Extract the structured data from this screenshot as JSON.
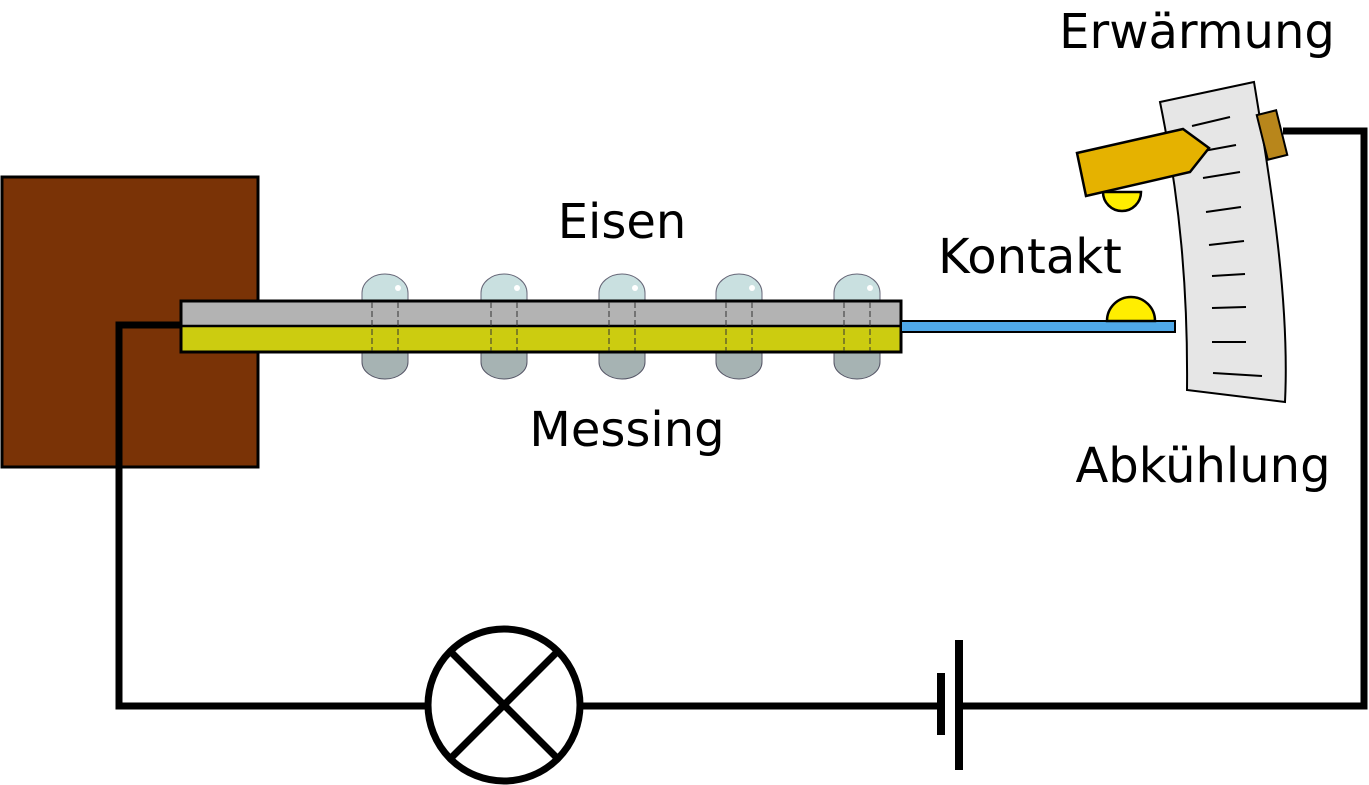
{
  "labels": {
    "iron": "Eisen",
    "brass": "Messing",
    "contact": "Kontakt",
    "heating": "Erwärmung",
    "cooling": "Abkühlung"
  },
  "colors": {
    "block": "#7a3306",
    "iron_strip": "#b3b3b3",
    "brass_strip": "#cccc10",
    "contact_strip": "#4fa8e8",
    "contact_point": "#ffee00",
    "adjuster": "#e5b200",
    "adjuster_knob": "#b8861b",
    "scale_plate": "#e6e6e6",
    "rivet_top": "#c9e0e0",
    "rivet_bottom": "#a6b3b3",
    "wire": "#000000"
  },
  "icons": {
    "lamp": "lamp-symbol-icon",
    "battery": "battery-symbol-icon"
  }
}
